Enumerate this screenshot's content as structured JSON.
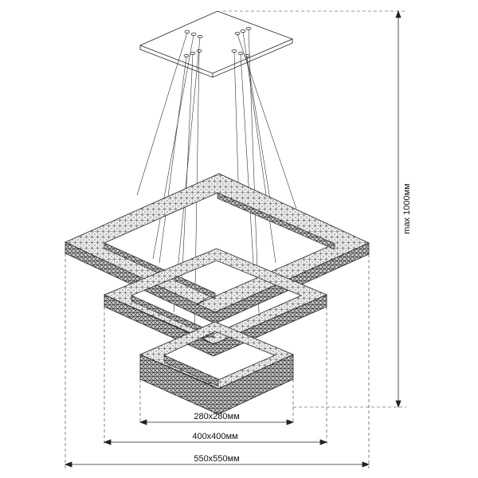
{
  "dimensions": {
    "small": "280x280мм",
    "medium": "400x400мм",
    "large": "550x550мм",
    "height": "max 1000мм"
  },
  "colors": {
    "line": "#222222",
    "crystal": "#4a4a4a",
    "dim": "#333333"
  }
}
